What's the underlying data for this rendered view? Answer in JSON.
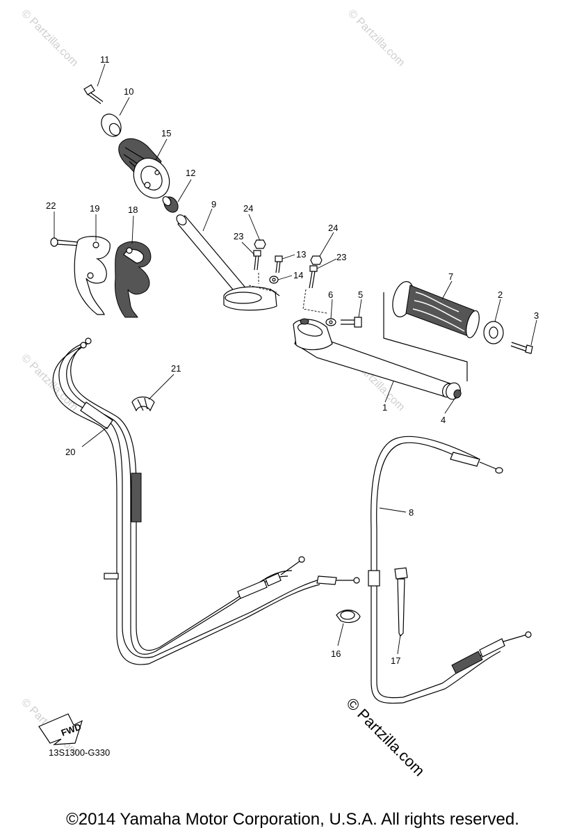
{
  "diagram_code": "13S1300-G330",
  "copyright": "©2014 Yamaha Motor Corporation, U.S.A. All rights reserved.",
  "watermark": "© Partzilla.com",
  "fwd_label": "FWD",
  "callouts": {
    "c1": "1",
    "c2": "2",
    "c3": "3",
    "c4": "4",
    "c5": "5",
    "c6": "6",
    "c7": "7",
    "c8": "8",
    "c9": "9",
    "c10": "10",
    "c11": "11",
    "c12": "12",
    "c13": "13",
    "c14": "14",
    "c15": "15",
    "c16": "16",
    "c17": "17",
    "c18": "18",
    "c19": "19",
    "c20": "20",
    "c21": "21",
    "c22": "22",
    "c23a": "23",
    "c23b": "23",
    "c24a": "24",
    "c24b": "24"
  }
}
